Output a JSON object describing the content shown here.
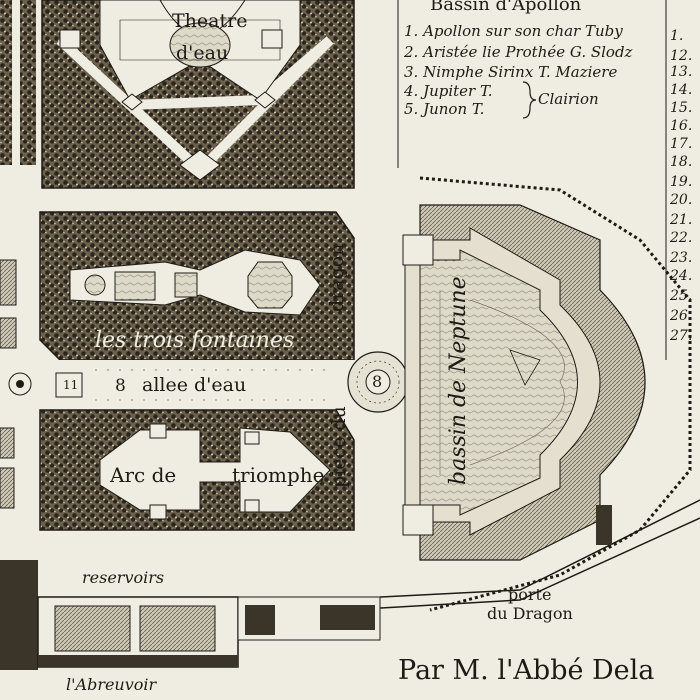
{
  "map": {
    "labels": {
      "theatre_line1": "Theatre",
      "theatre_line2": "d'eau",
      "trois_fontaines": "les trois fontaines",
      "allee_deau": "allee d'eau",
      "arc_line1": "Arc de",
      "arc_line2": "triomphe",
      "piece_du_dragon_1": "piece du",
      "piece_du_dragon_2": "dragon",
      "bassin_neptune": "bassin de Neptune",
      "reservoirs": "reservoirs",
      "porte_line1": "porte",
      "porte_line2": "du Dragon",
      "abreuvoir": "l'Abreuvoir",
      "credit": "Par M. l'Abbé Dela"
    },
    "legend": {
      "title": "Bassin d'Apollon",
      "items": [
        "1. Apollon sur son char Tuby",
        "2. Aristée lie Prothée G. Slodz",
        "3. Nimphe Sirinx T. Maziere",
        "4. Jupiter T.",
        "5. Junon T."
      ],
      "brace_label": "Clairion"
    },
    "side_numbers": [
      "1.",
      "12.",
      "13.",
      "14.",
      "15.",
      "16.",
      "17.",
      "18.",
      "19.",
      "20.",
      "21.",
      "22.",
      "23.",
      "24.",
      "25.",
      "26.",
      "27."
    ],
    "numerals": {
      "n8_allee": "8",
      "n8_circle": "8",
      "n11": "11"
    },
    "colors": {
      "paper": "#efece1",
      "ink": "#1e1b16",
      "hatch": "#3b3529",
      "water": "#d9d4c4"
    }
  }
}
